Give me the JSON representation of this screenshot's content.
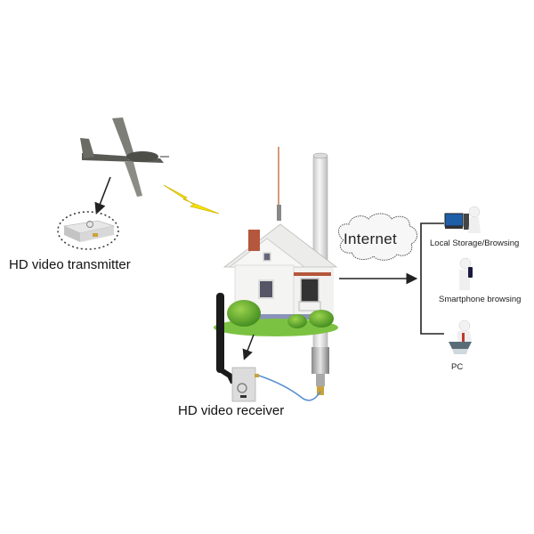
{
  "diagram": {
    "title": "HD video transmission system",
    "nodes": {
      "drone": {
        "icon": "drone-icon"
      },
      "transmitter": {
        "label": "HD video transmitter",
        "icon": "transmitter-module-icon"
      },
      "wireless_link": {
        "icon": "lightning-bolt-icon",
        "color": "#f5e400"
      },
      "house": {
        "icon": "house-icon"
      },
      "receiver": {
        "label": "HD video receiver",
        "icon": "receiver-module-icon"
      },
      "omni_antenna": {
        "icon": "omni-antenna-icon"
      },
      "internet": {
        "label": "Internet",
        "icon": "cloud-icon"
      },
      "outputs": [
        {
          "label": "Local Storage/Browsing",
          "icon": "desktop-computer-icon"
        },
        {
          "label": "Smartphone  browsing",
          "icon": "smartphone-icon"
        },
        {
          "label": "PC",
          "icon": "laptop-icon"
        }
      ]
    },
    "colors": {
      "grass": "#7cc242",
      "cable": "#5b8fd0",
      "bolt": "#f5e400",
      "chimney": "#b5573c",
      "line": "#222222"
    }
  }
}
